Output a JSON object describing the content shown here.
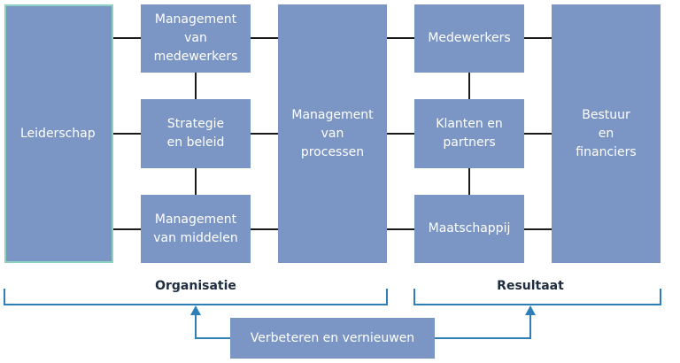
{
  "boxes": {
    "leiderschap": "Leiderschap",
    "management_medewerkers": "Management\nvan\nmedewerkers",
    "strategie": "Strategie\nen beleid",
    "management_middelen": "Management\nvan middelen",
    "management_processen": "Management\nvan\nprocessen",
    "medewerkers": "Medewerkers",
    "klanten": "Klanten en\npartners",
    "maatschappij": "Maatschappij",
    "bestuur": "Bestuur\nen\nfinanciers",
    "verbeteren": "Verbeteren en vernieuwen"
  },
  "labels": {
    "organisatie": "Organisatie",
    "resultaat": "Resultaat"
  },
  "colors": {
    "box_fill": "#7b96c4",
    "connector": "#1a1a1a",
    "bracket": "#2e7fb8",
    "highlight_border": "#8dd1c2"
  }
}
